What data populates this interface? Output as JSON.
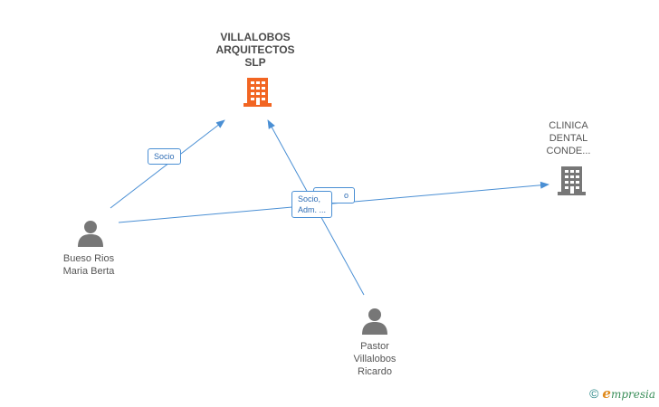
{
  "nodes": {
    "villalobos": {
      "label": "VILLALOBOS\nARQUITECTOS\nSLP",
      "color": "#f26522"
    },
    "clinica": {
      "label": "CLINICA\nDENTAL\nCONDE...",
      "color": "#777777"
    },
    "bueso": {
      "label": "Bueso Rios\nMaria Berta",
      "color": "#777777"
    },
    "pastor": {
      "label": "Pastor\nVillalobos\nRicardo",
      "color": "#777777"
    }
  },
  "edges": {
    "bueso_villalobos": "Socio",
    "pastor_villalobos_back": "o",
    "pastor_villalobos": "Socio,\nAdm. ..."
  },
  "edge_color": "#4a8fd4",
  "brand": {
    "copyright": "©",
    "e": "e",
    "rest": "mpresia"
  }
}
